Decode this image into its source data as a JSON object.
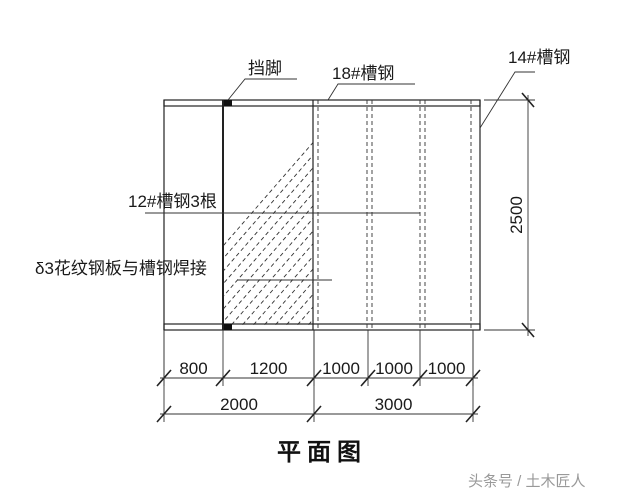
{
  "labels": {
    "toe_board": "挡脚",
    "channel_18": "18#槽钢",
    "channel_14": "14#槽钢",
    "channel_12": "12#槽钢3根",
    "plate": "δ3花纹钢板与槽钢焊接"
  },
  "dimensions": {
    "height": "2500",
    "row1": [
      "800",
      "1200",
      "1000",
      "1000",
      "1000"
    ],
    "row2": [
      "2000",
      "3000"
    ]
  },
  "title": "平面图",
  "watermark": "头条号 / 土木匠人"
}
